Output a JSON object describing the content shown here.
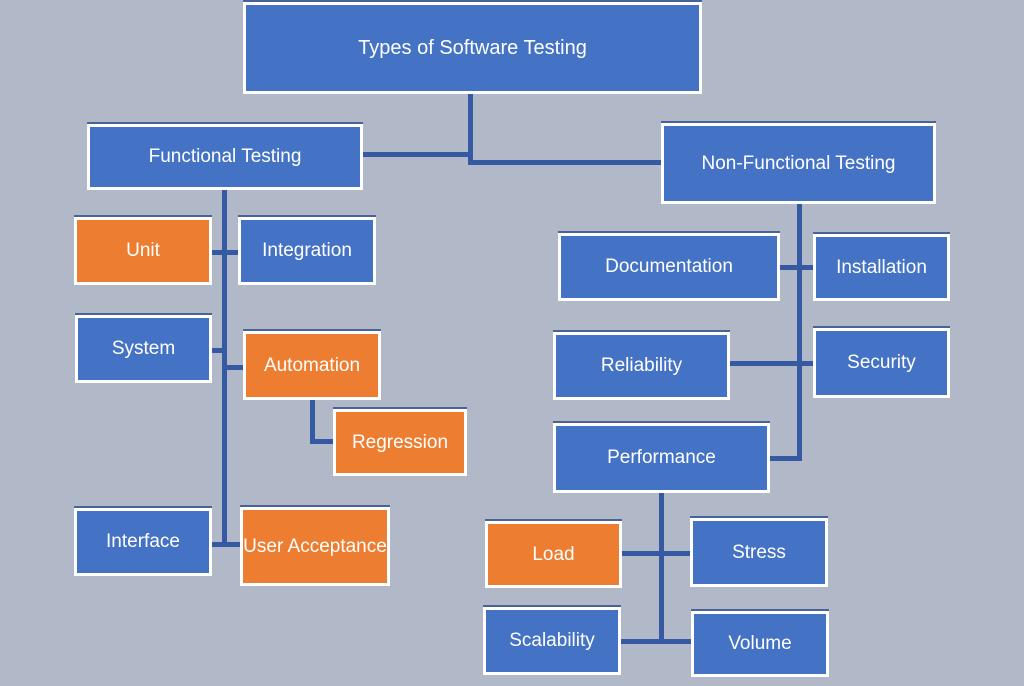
{
  "diagram": {
    "title": "Types of Software Testing",
    "palette": {
      "blue": "#4472C4",
      "orange": "#ED7D31",
      "background": "#B1B9C8",
      "connector": "#3659A4",
      "border": "#FFFFFF",
      "text": "#FFFFFF"
    },
    "nodes": {
      "root": {
        "label": "Types of Software Testing",
        "color": "blue"
      },
      "functional": {
        "label": "Functional Testing",
        "color": "blue"
      },
      "nonfunctional": {
        "label": "Non-Functional Testing",
        "color": "blue"
      },
      "unit": {
        "label": "Unit",
        "color": "orange"
      },
      "integration": {
        "label": "Integration",
        "color": "blue"
      },
      "system": {
        "label": "System",
        "color": "blue"
      },
      "automation": {
        "label": "Automation",
        "color": "orange"
      },
      "regression": {
        "label": "Regression",
        "color": "orange"
      },
      "interface": {
        "label": "Interface",
        "color": "blue"
      },
      "user_acceptance": {
        "label": "User Acceptance",
        "color": "orange"
      },
      "documentation": {
        "label": "Documentation",
        "color": "blue"
      },
      "installation": {
        "label": "Installation",
        "color": "blue"
      },
      "reliability": {
        "label": "Reliability",
        "color": "blue"
      },
      "security": {
        "label": "Security",
        "color": "blue"
      },
      "performance": {
        "label": "Performance",
        "color": "blue"
      },
      "load": {
        "label": "Load",
        "color": "orange"
      },
      "stress": {
        "label": "Stress",
        "color": "blue"
      },
      "scalability": {
        "label": "Scalability",
        "color": "blue"
      },
      "volume": {
        "label": "Volume",
        "color": "blue"
      }
    },
    "edges": [
      {
        "from": "Types of Software Testing",
        "to": "Functional Testing"
      },
      {
        "from": "Types of Software Testing",
        "to": "Non-Functional Testing"
      },
      {
        "from": "Functional Testing",
        "to": "Unit"
      },
      {
        "from": "Functional Testing",
        "to": "Integration"
      },
      {
        "from": "Functional Testing",
        "to": "System"
      },
      {
        "from": "Functional Testing",
        "to": "Automation"
      },
      {
        "from": "Automation",
        "to": "Regression"
      },
      {
        "from": "Functional Testing",
        "to": "Interface"
      },
      {
        "from": "Functional Testing",
        "to": "User Acceptance"
      },
      {
        "from": "Non-Functional Testing",
        "to": "Documentation"
      },
      {
        "from": "Non-Functional Testing",
        "to": "Installation"
      },
      {
        "from": "Non-Functional Testing",
        "to": "Reliability"
      },
      {
        "from": "Non-Functional Testing",
        "to": "Security"
      },
      {
        "from": "Non-Functional Testing",
        "to": "Performance"
      },
      {
        "from": "Performance",
        "to": "Load"
      },
      {
        "from": "Performance",
        "to": "Stress"
      },
      {
        "from": "Performance",
        "to": "Scalability"
      },
      {
        "from": "Performance",
        "to": "Volume"
      }
    ]
  }
}
